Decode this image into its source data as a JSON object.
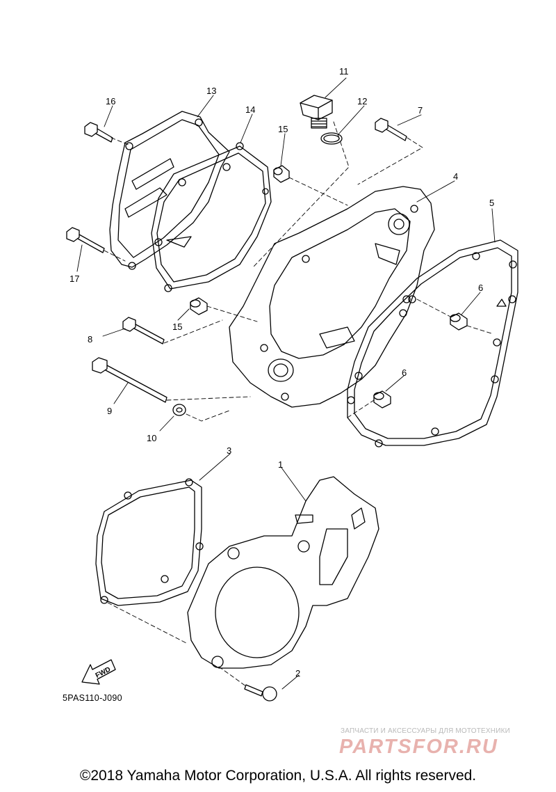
{
  "callouts": {
    "p1": "1",
    "p2": "2",
    "p3": "3",
    "p4": "4",
    "p5": "5",
    "p6a": "6",
    "p6b": "6",
    "p7": "7",
    "p8": "8",
    "p9": "9",
    "p10": "10",
    "p11": "11",
    "p12": "12",
    "p13": "13",
    "p14": "14",
    "p15a": "15",
    "p15b": "15",
    "p16": "16",
    "p17": "17"
  },
  "fwd_label": "FWD",
  "ref_code": "5PAS110-J090",
  "watermark": {
    "tagline": "ЗАПЧАСТИ И АКСЕССУАРЫ ДЛЯ МОТОТЕХНИКИ",
    "logo": "PARTSFOR.RU"
  },
  "copyright": "©2018 Yamaha Motor Corporation, U.S.A. All rights reserved.",
  "colors": {
    "line": "#000000",
    "watermark_logo": "#e5a5a0",
    "watermark_tag": "#b9b9b9"
  }
}
